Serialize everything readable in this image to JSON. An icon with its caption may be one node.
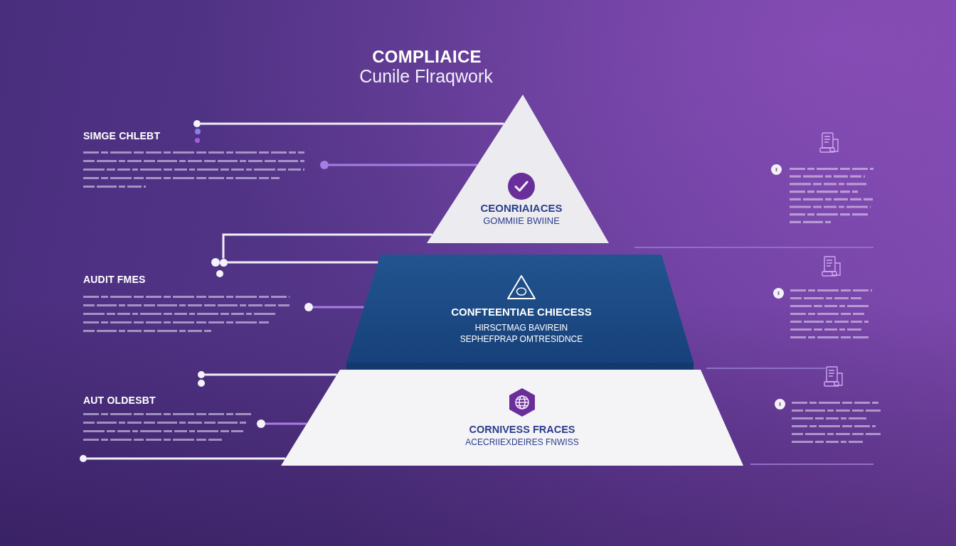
{
  "diagram": {
    "title": "COMPLIAICE",
    "nodes": [
      {
        "text": [
          "CEONRIAIACES",
          "GOMMIIE BWIINE"
        ]
      },
      {
        "text": [
          "CONFTEENTIAE CHIECESS",
          "HIRSCTMAG BAVIREIN SEPHEFPRAP OMTRESIDNCE"
        ]
      },
      {
        "text": [
          "CORNIVESS FRACES",
          "ACECRIIEXDEIRES FNWISS"
        ]
      },
      {
        "text": [
          "SIMGE CHLEBT"
        ]
      },
      {
        "text": [
          "AUDIT FMES"
        ]
      },
      {
        "text": [
          "AUT OLDESBT"
        ]
      },
      {
        "text": [],
        "shape": "circle"
      },
      {
        "text": [],
        "shape": "circle"
      },
      {
        "text": [],
        "shape": "circle"
      },
      {
        "text": [],
        "shape": "circle"
      },
      {
        "text": [],
        "shape": "circle"
      },
      {
        "text": [],
        "shape": "circle"
      },
      {
        "text": [],
        "shape": "circle"
      }
    ],
    "edges": [
      {
        "from": 6,
        "to": 0,
        "arrow": "none"
      },
      {
        "from": 7,
        "to": 0,
        "arrow": "none",
        "color": "#a77de4"
      },
      {
        "from": 8,
        "to": 0,
        "arrow": "none"
      },
      {
        "from": 8,
        "to": 1,
        "arrow": "none"
      },
      {
        "from": 9,
        "to": 1,
        "arrow": "none",
        "color": "#a77de4"
      },
      {
        "from": 10,
        "to": 2,
        "arrow": "none"
      },
      {
        "from": 11,
        "to": 2,
        "arrow": "none",
        "color": "#a77de4"
      },
      {
        "from": 12,
        "to": 2,
        "arrow": "none"
      }
    ],
    "labels": [
      "Cunile Flraqwork"
    ]
  }
}
